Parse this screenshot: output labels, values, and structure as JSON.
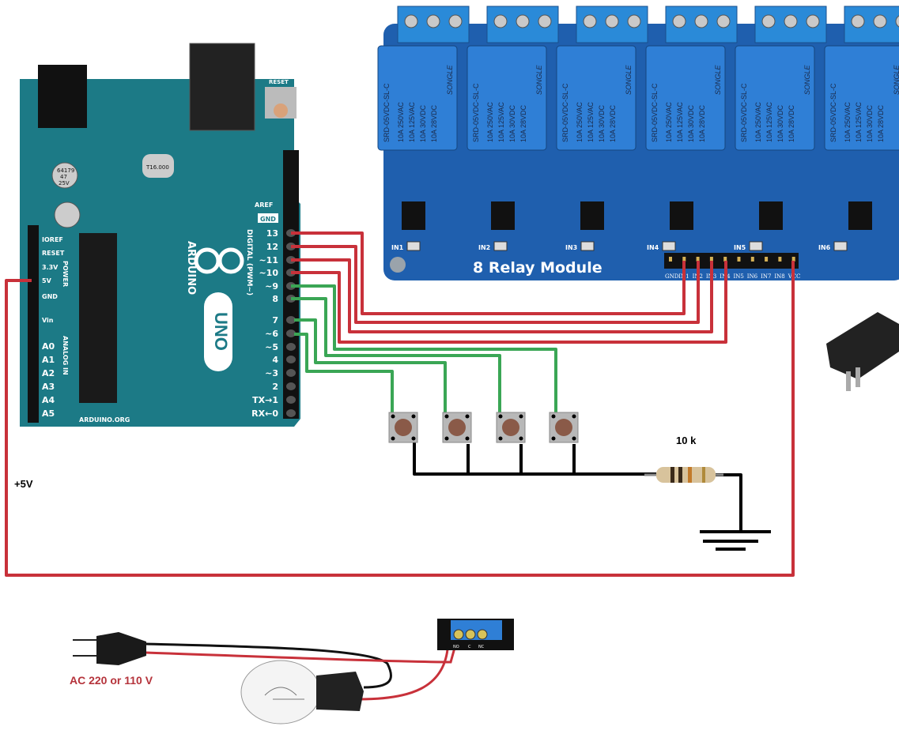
{
  "labels": {
    "plus5v": "+5V",
    "resistor_value": "10 k",
    "ac_supply": "AC 220 or 110 V"
  },
  "relay_module": {
    "title": "8 Relay Module",
    "relay_text": {
      "model": "SRD-05VDC-SL-C",
      "brand": "SONGLE",
      "ratings": [
        "10A 250VAC",
        "10A 125VAC",
        "10A 30VDC",
        "10A 28VDC"
      ]
    },
    "relay_count_visible": 6,
    "led_labels": [
      "IN1",
      "IN2",
      "IN3",
      "IN4",
      "IN5",
      "IN6"
    ],
    "header_pins": [
      "GND",
      "IN1",
      "IN2",
      "IN3",
      "IN4",
      "IN5",
      "IN6",
      "IN7",
      "IN8",
      "VCC"
    ]
  },
  "arduino": {
    "name": "UNO",
    "brand": "ARDUINO",
    "website": "ARDUINO.ORG",
    "crystal": "T16.000",
    "reset": "RESET",
    "digital_label": "DIGITAL (PWM~)",
    "power_label": "POWER",
    "analog_label": "ANALOG IN",
    "capacitor": [
      "64179",
      "47",
      "25V"
    ],
    "top_pins": [
      "AREF",
      "GND"
    ],
    "digital_pins": [
      "13",
      "12",
      "~11",
      "~10",
      "~9",
      "8",
      "7",
      "~6",
      "~5",
      "4",
      "~3",
      "2",
      "TX→1",
      "RX←0"
    ],
    "power_pins": [
      "IOREF",
      "RESET",
      "3.3V",
      "5V",
      "GND",
      "Vin"
    ],
    "analog_pins": [
      "A0",
      "A1",
      "A2",
      "A3",
      "A4",
      "A5"
    ]
  },
  "single_relay": {
    "terminals": [
      "NO",
      "C",
      "NC"
    ]
  },
  "colors": {
    "red_wire": "#c8313a",
    "green_wire": "#3aa655",
    "black_wire": "#000000",
    "arduino_board": "#1c7a86",
    "relay_board": "#1f5fae",
    "relay_body": "#2f7fd6",
    "label_red": "#b5333b"
  }
}
